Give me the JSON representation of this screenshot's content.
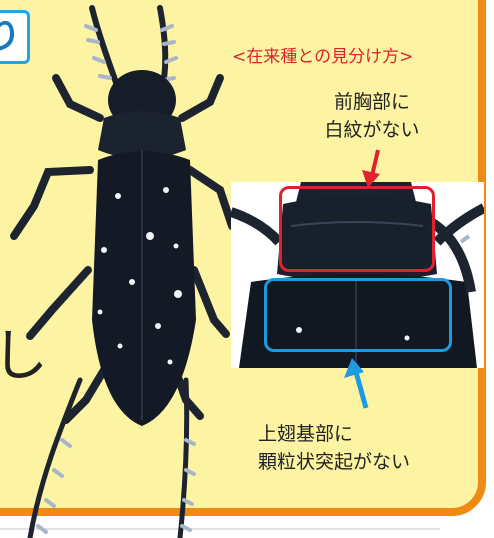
{
  "colors": {
    "panel_background": "#fdf4a3",
    "panel_border": "#ef8a12",
    "heading_text": "#e0212e",
    "pronotum_highlight": "#e0212e",
    "elytra_highlight": "#1c9be0",
    "title_box_border": "#2aa2dc"
  },
  "heading": "<在来種との見分け方>",
  "pronotum_note": {
    "line1": "前胸部に",
    "line2": "白紋がない"
  },
  "elytra_note": {
    "line1": "上翅基部に",
    "line2": "顆粒状突起がない"
  },
  "partial_glyphs": {
    "title_box": "り",
    "side": "し"
  }
}
